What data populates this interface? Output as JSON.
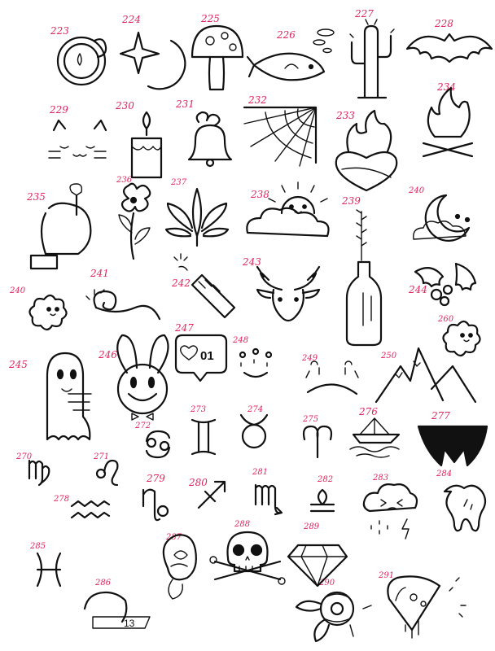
{
  "numbers": {
    "n223": "223",
    "n224": "224",
    "n225": "225",
    "n226": "226",
    "n227": "227",
    "n228": "228",
    "n229": "229",
    "n230": "230",
    "n231": "231",
    "n232": "232",
    "n233": "233",
    "n234": "234",
    "n235": "235",
    "n236": "236",
    "n237": "237",
    "n238": "238",
    "n239": "239",
    "n240a": "240",
    "n240b": "240",
    "n241": "241",
    "n242": "242",
    "n243": "243",
    "n244": "244",
    "n260": "260",
    "n245": "245",
    "n246": "246",
    "n247": "247",
    "n248": "248",
    "n249": "249",
    "n250": "250",
    "n272": "272",
    "n273": "273",
    "n274": "274",
    "n275": "275",
    "n276": "276",
    "n277": "277",
    "n270": "270",
    "n271": "271",
    "n278": "278",
    "n279": "279",
    "n280": "280",
    "n281": "281",
    "n282": "282",
    "n283": "283",
    "n284": "284",
    "n285": "285",
    "n286": "286",
    "n287": "287",
    "n288": "288",
    "n289": "289",
    "n290": "290",
    "n291": "291"
  },
  "drawing_text": {
    "heart_count": "01",
    "fortune_number": "13"
  },
  "colors": {
    "number_ink": "#e0245e",
    "line_ink": "#111111"
  }
}
